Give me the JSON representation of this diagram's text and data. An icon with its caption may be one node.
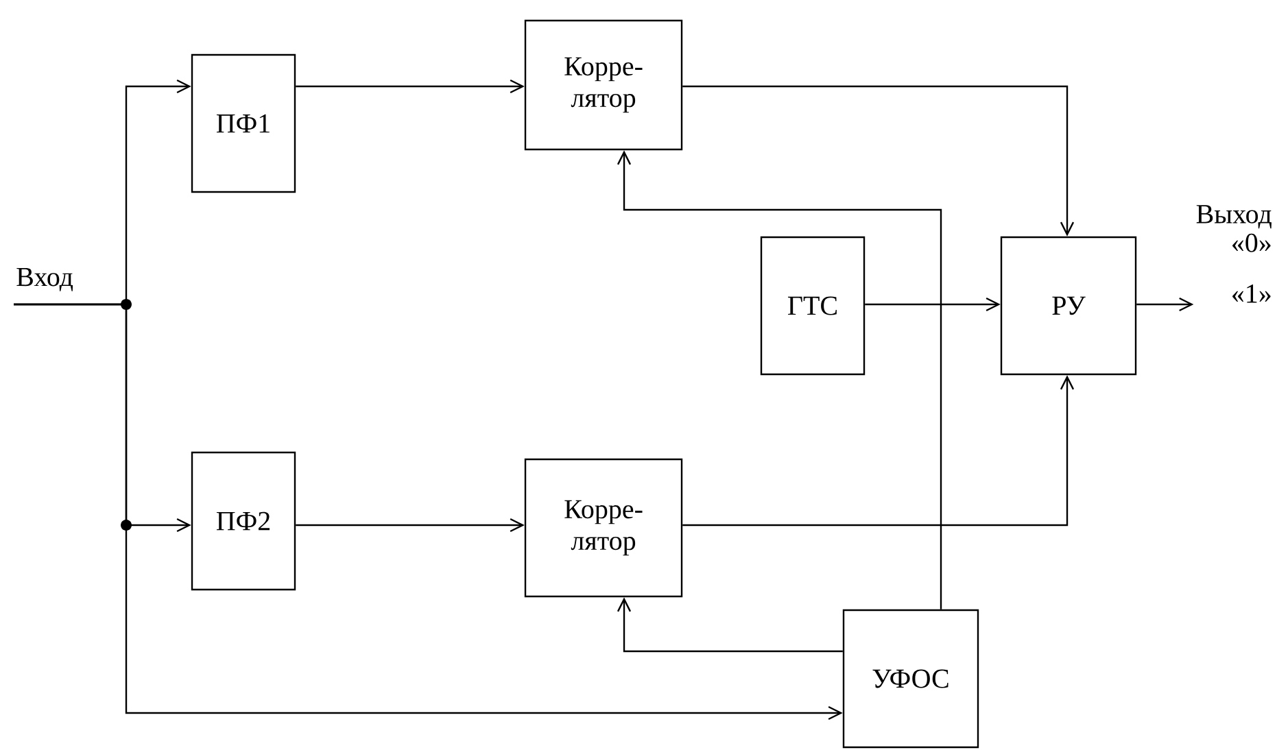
{
  "diagram": {
    "nodes": [
      {
        "text": [
          "ПФ1"
        ]
      },
      {
        "text": [
          "Корре- лятор"
        ]
      },
      {
        "text": [
          "ГТС"
        ]
      },
      {
        "text": [
          "РУ"
        ]
      },
      {
        "text": [
          "ПФ2"
        ]
      },
      {
        "text": [
          "Корре- лятор"
        ]
      },
      {
        "text": [
          "УФОС"
        ]
      },
      {
        "text": [
          "Вход"
        ]
      },
      {
        "text": [
          "Выход",
          "«0»",
          "«1»"
        ]
      }
    ],
    "edges": [
      {
        "from": 7,
        "to": 0,
        "arrow": "to"
      },
      {
        "from": 7,
        "to": 4,
        "arrow": "to"
      },
      {
        "from": 7,
        "to": 6,
        "arrow": "to"
      },
      {
        "from": 0,
        "to": 1,
        "arrow": "to"
      },
      {
        "from": 4,
        "to": 5,
        "arrow": "to"
      },
      {
        "from": 1,
        "to": 3,
        "arrow": "to"
      },
      {
        "from": 2,
        "to": 3,
        "arrow": "to"
      },
      {
        "from": 5,
        "to": 3,
        "arrow": "to"
      },
      {
        "from": 6,
        "to": 1,
        "arrow": "to"
      },
      {
        "from": 6,
        "to": 5,
        "arrow": "to"
      },
      {
        "from": 3,
        "to": 8,
        "arrow": "to"
      }
    ]
  }
}
